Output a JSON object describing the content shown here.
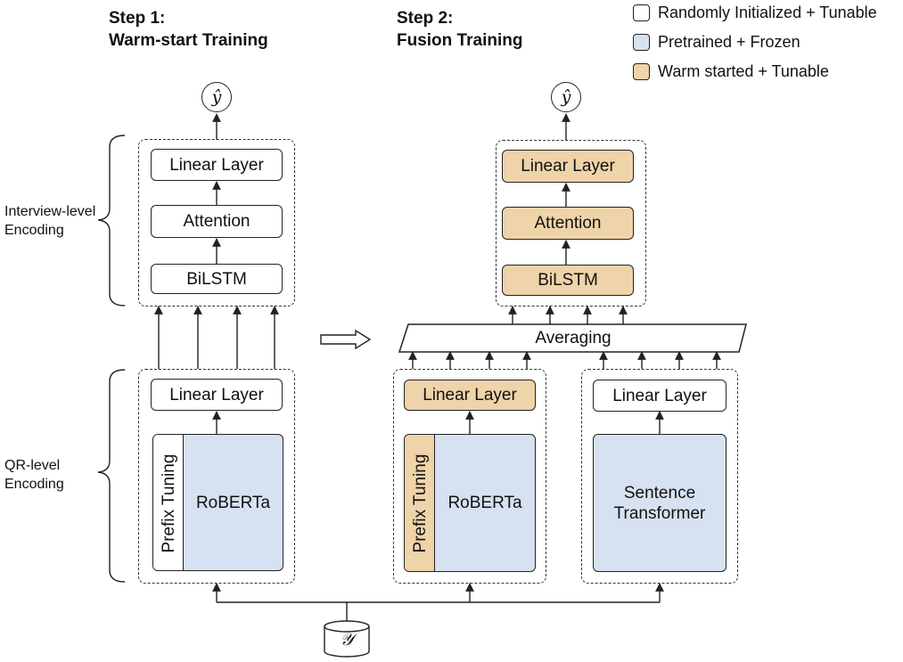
{
  "step1": {
    "line1": "Step 1:",
    "line2": "Warm-start Training"
  },
  "step2": {
    "line1": "Step 2:",
    "line2": "Fusion Training"
  },
  "legend": [
    {
      "label": "Randomly Initialized + Tunable",
      "color": "#ffffff"
    },
    {
      "label": "Pretrained + Frozen",
      "color": "#d6e2f1"
    },
    {
      "label": "Warm started + Tunable",
      "color": "#efd3a9"
    }
  ],
  "side_labels": {
    "interview_line1": "Interview-level",
    "interview_line2": "Encoding",
    "qr_line1": "QR-level",
    "qr_line2": "Encoding"
  },
  "output_symbol": "ŷ",
  "input_symbol": "𝒴",
  "left_model": {
    "linear_top": "Linear Layer",
    "attention": "Attention",
    "bilstm": "BiLSTM",
    "linear_bottom": "Linear Layer",
    "prefix": "Prefix Tuning",
    "encoder": "RoBERTa"
  },
  "right_model": {
    "linear_top": "Linear Layer",
    "attention": "Attention",
    "bilstm": "BiLSTM",
    "averaging": "Averaging",
    "roberta_linear": "Linear Layer",
    "prefix": "Prefix Tuning",
    "encoder": "RoBERTa",
    "st_linear": "Linear Layer",
    "st_line1": "Sentence",
    "st_line2": "Transformer"
  }
}
